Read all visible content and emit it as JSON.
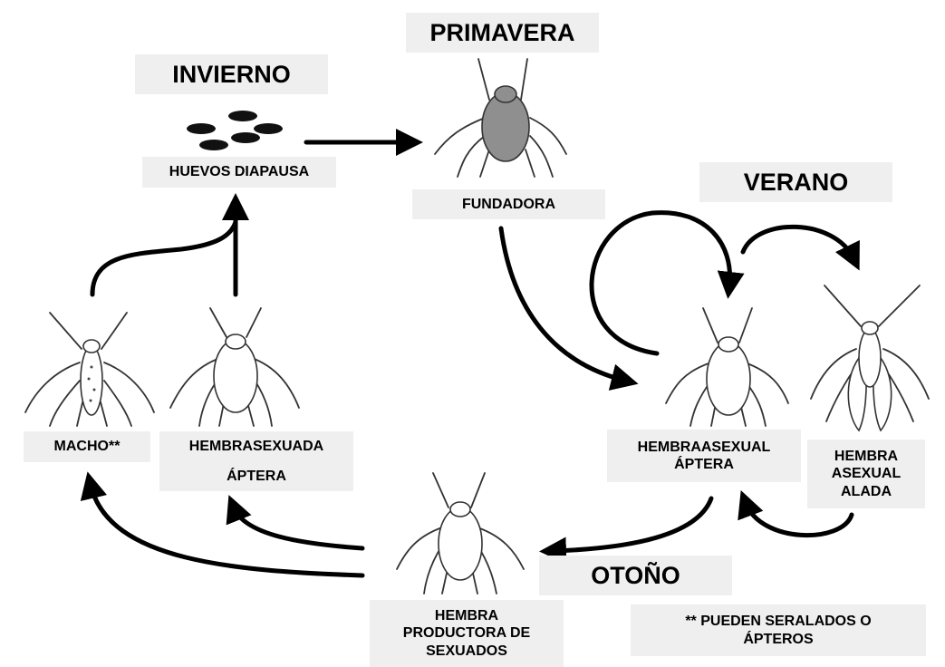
{
  "seasons": {
    "winter": "INVIERNO",
    "spring": "PRIMAVERA",
    "summer": "VERANO",
    "autumn": "OTOÑO"
  },
  "stages": {
    "eggs": "HUEVOS DIAPAUSA",
    "founder": "FUNDADORA",
    "male": "MACHO**",
    "sexual_female_line1": "HEMBRASEXUADA",
    "sexual_female_line2": "ÁPTERA",
    "asexual_wingless_line1": "HEMBRAASEXUAL",
    "asexual_wingless_line2": "ÁPTERA",
    "asexual_winged_line1": "HEMBRA",
    "asexual_winged_line2": "ASEXUAL",
    "asexual_winged_line3": "ALADA",
    "producer_line1": "HEMBRA",
    "producer_line2": "PRODUCTORA DE",
    "producer_line3": "SEXUADOS"
  },
  "footnote_line1": "** PUEDEN SERALADOS O",
  "footnote_line2": "ÁPTEROS"
}
